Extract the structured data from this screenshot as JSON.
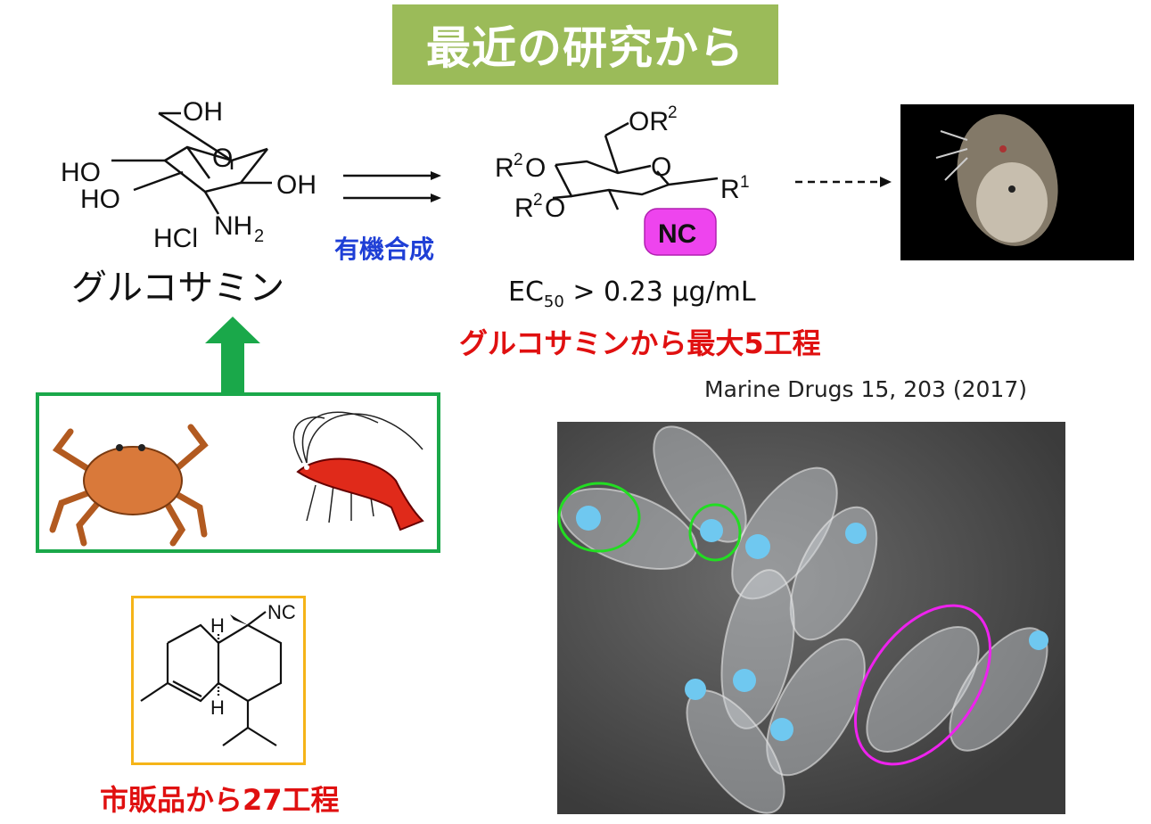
{
  "title": "最近の研究から",
  "glucosamine": {
    "label": "グルコサミン",
    "atoms": {
      "oh_top": "OH",
      "ho_left": "HO",
      "ho_left2": "HO",
      "o_ring": "O",
      "oh_right": "OH",
      "nh2": "NH",
      "nh2_sub": "2",
      "hcl": "HCl"
    }
  },
  "synthesis_label": "有機合成",
  "product": {
    "atoms": {
      "or2_top": "OR",
      "r2o_1": "R",
      "r2o_2": "R",
      "sup2": "2",
      "o_suffix": "O",
      "o_ring": "O",
      "r1": "R",
      "sup1": "1",
      "nc": "NC"
    },
    "ec50_prefix": "EC",
    "ec50_sub": "50",
    "ec50_value": " > 0.23 μg/mL",
    "steps_note": "グルコサミンから最大5工程"
  },
  "citation": "Marine Drugs 15, 203 (2017)",
  "natural_product": {
    "atoms": {
      "nc": "NC",
      "h1": "H",
      "h2": "H"
    },
    "steps_note": "市販品から27工程"
  },
  "colors": {
    "title_bg": "#9bbb59",
    "accent_red": "#e01010",
    "accent_blue": "#1f3fd6",
    "green_box": "#1aa84a",
    "yellow_box": "#f5b418",
    "nc_pill": "#ee44ee"
  }
}
